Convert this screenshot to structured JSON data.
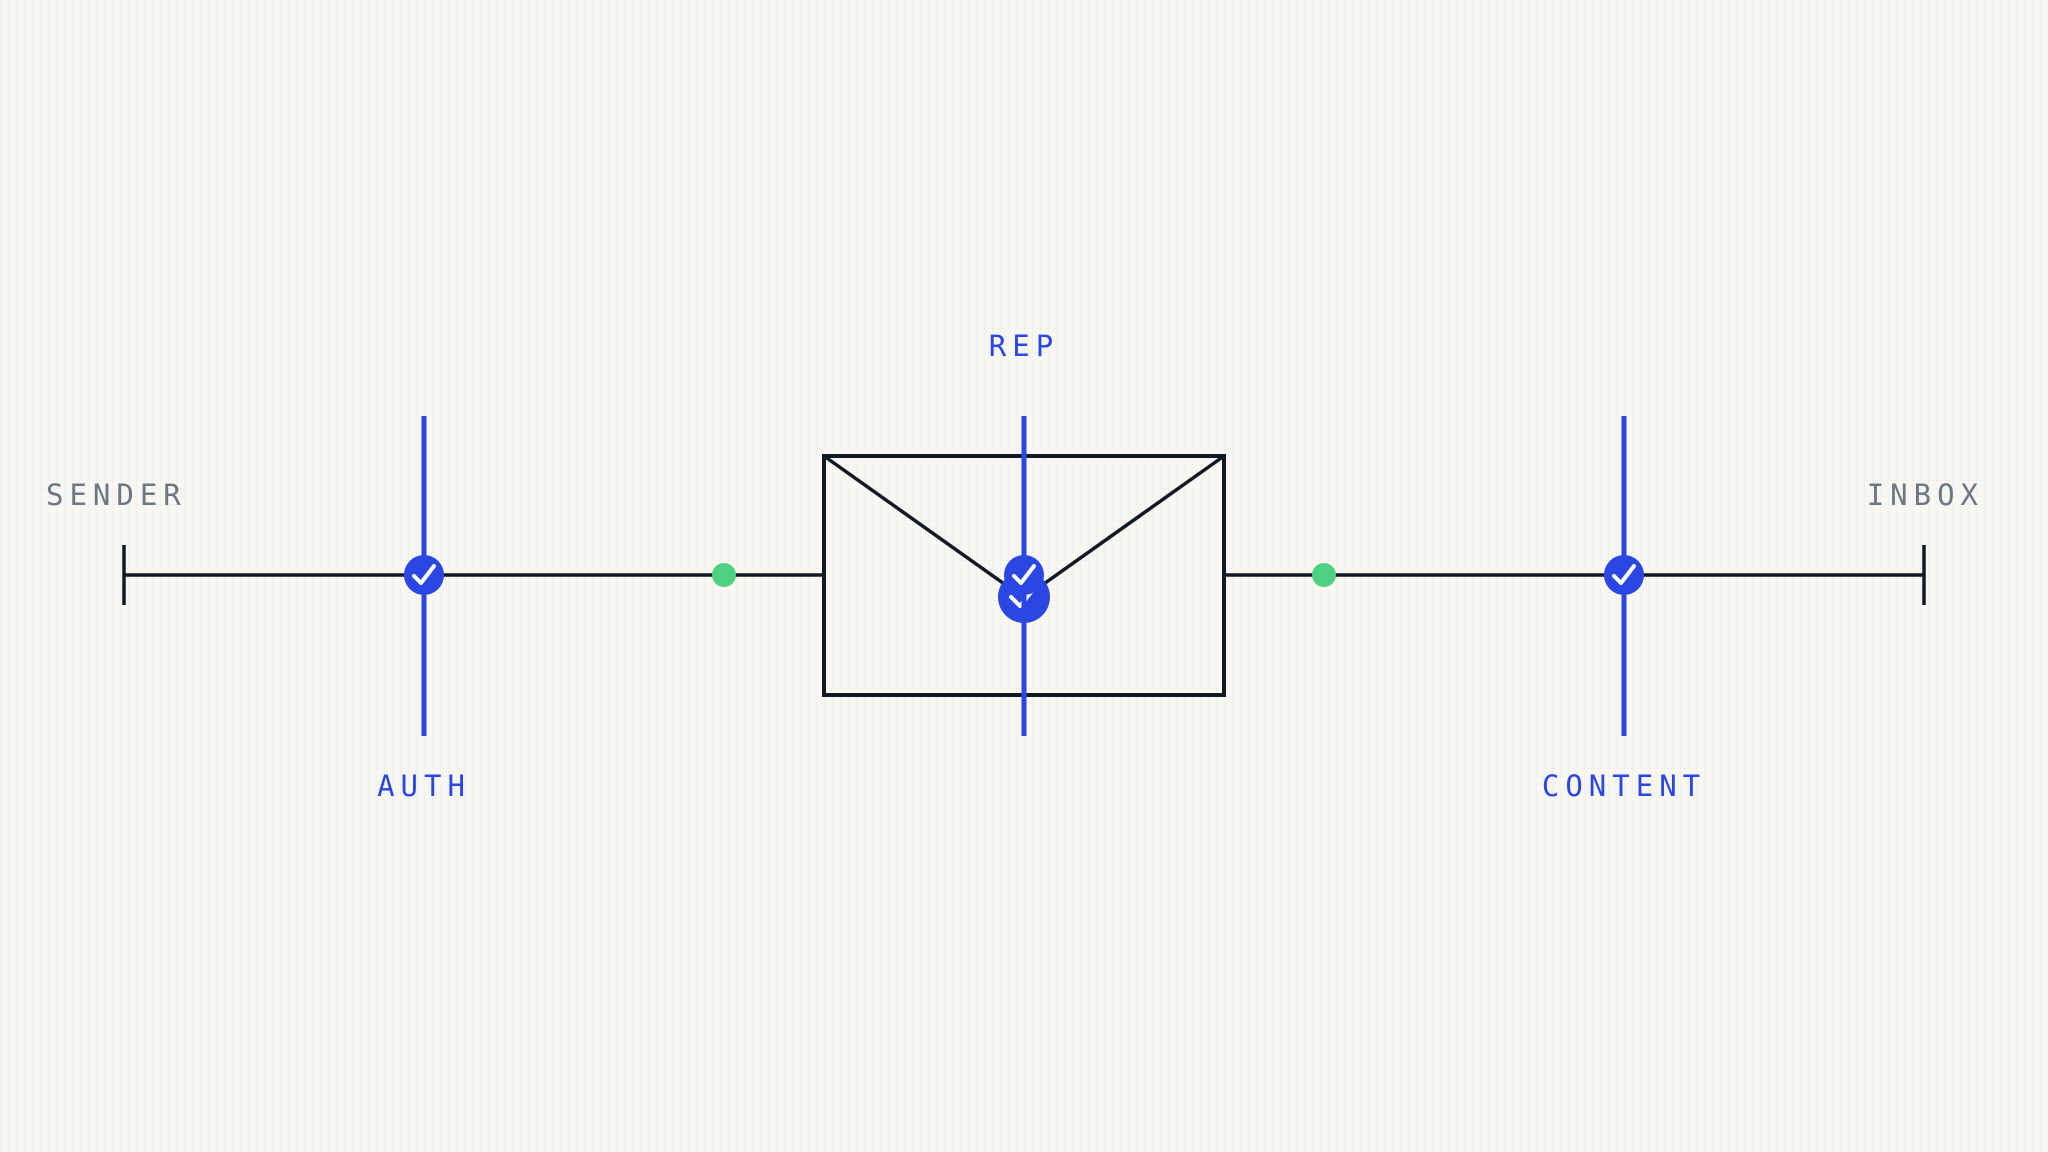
{
  "endpoints": {
    "sender_label": "SENDER",
    "inbox_label": "INBOX"
  },
  "stages": [
    {
      "label": "AUTH",
      "status": "passed",
      "icon": "check-icon"
    },
    {
      "label": "REP",
      "status": "passed",
      "icon": "check-icon"
    },
    {
      "label": "CONTENT",
      "status": "passed",
      "icon": "check-icon"
    }
  ],
  "transit_markers": 2,
  "colors": {
    "background": "#f8f7f2",
    "line": "#111a24",
    "accent": "#2b47e3",
    "endpoint_label": "#6b7785",
    "transit_dot": "#4fd184",
    "check": "#ffffff"
  }
}
